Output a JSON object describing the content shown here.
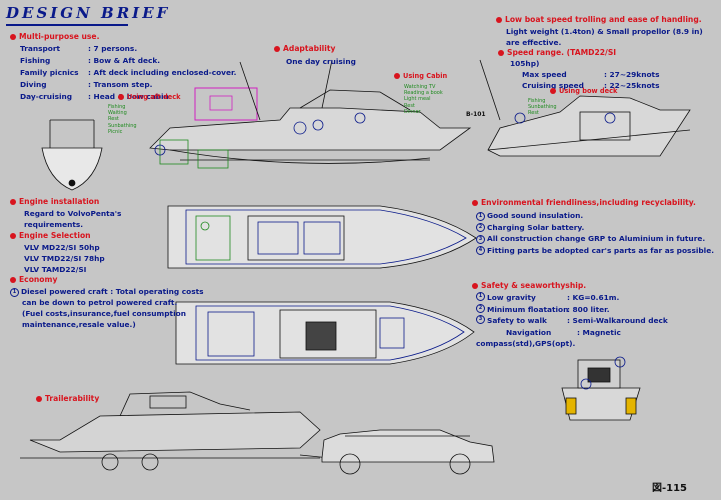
{
  "title": "DESIGN BRIEF",
  "figure_no": "図-115",
  "multipurpose": {
    "heading": "Multi-purpose use.",
    "rows": [
      {
        "label": "Transport",
        "value": ": 7 persons."
      },
      {
        "label": "Fishing",
        "value": ": Bow & Aft deck."
      },
      {
        "label": "Family picnics",
        "value": ": Aft deck including enclosed-cover."
      },
      {
        "label": "Diving",
        "value": ": Transom step."
      },
      {
        "label": "Day-cruising",
        "value": ": Head & bow cabin"
      }
    ]
  },
  "adaptability": {
    "heading": "Adaptability",
    "text": "One day cruising"
  },
  "using_aft_deck": "Using aft deck",
  "using_aft_deck_items": [
    "Fishing",
    "Waiting",
    "Rest",
    "Sunbathing",
    "Picnic"
  ],
  "using_cabin": "Using Cabin",
  "using_cabin_items": [
    "Watching TV",
    "Reading a book",
    "Light meal",
    "Rest",
    "Dinner"
  ],
  "low_boat_speed": {
    "heading": "Low boat speed trolling and ease of handling.",
    "line1": "Light weight (1.4ton) & Small propellor (8.9 in)",
    "line2": "are effective.",
    "speed_range": "Speed range.  (TAMD22/SI",
    "speed_range2": "105hp)",
    "max_label": "Max speed",
    "max_value": ": 27~29knots",
    "cruise_label": "Cruising speed",
    "cruise_value": ": 22~25knots"
  },
  "using_bow_deck": "Using bow deck",
  "using_bow_deck_items": [
    "Fishing",
    "Sunbathing",
    "Rest"
  ],
  "label_b": "B-101",
  "engine_installation": {
    "heading": "Engine installation",
    "line1": "Regard to VolvoPenta's",
    "line2": "requirements."
  },
  "engine_selection": {
    "heading": "Engine Selection",
    "items": [
      "VLV  MD22/SI 50hp",
      "VLV  TMD22/SI 78hp",
      "VLV  TAMD22/SI"
    ]
  },
  "economy": {
    "heading": "Economy",
    "items": [
      "Diesel powered craft : Total operating costs",
      "can be down to petrol powered craft.",
      "(Fuel costs,insurance,fuel consumption",
      "maintenance,resale value.)"
    ]
  },
  "environment": {
    "heading": "Environmental friendliness,including recyclability.",
    "items": [
      "Good sound insulation.",
      "Charging Solar battery.",
      "All construction change GRP to Aluminium in future.",
      "Fitting parts be adopted car's parts as far as possible."
    ]
  },
  "safety": {
    "heading": "Safety & seaworthyship.",
    "items": [
      {
        "label": "Low gravity",
        "value": ": KG=0.61m."
      },
      {
        "label": "Minimum floatation",
        "value": ": 800 liter."
      },
      {
        "label": "Safety to walk",
        "value": ": Semi-Walkaround deck"
      },
      {
        "label": "Navigation",
        "value": ": Magnetic"
      }
    ],
    "navigation_cont": "compass(std),GPS(opt)."
  },
  "trailerability": "Trailerability",
  "colors": {
    "red": "#d8141e",
    "blue": "#0a1a8a",
    "green": "#1f8a1f",
    "magenta": "#d020c0",
    "bg": "#c6c6c6"
  }
}
